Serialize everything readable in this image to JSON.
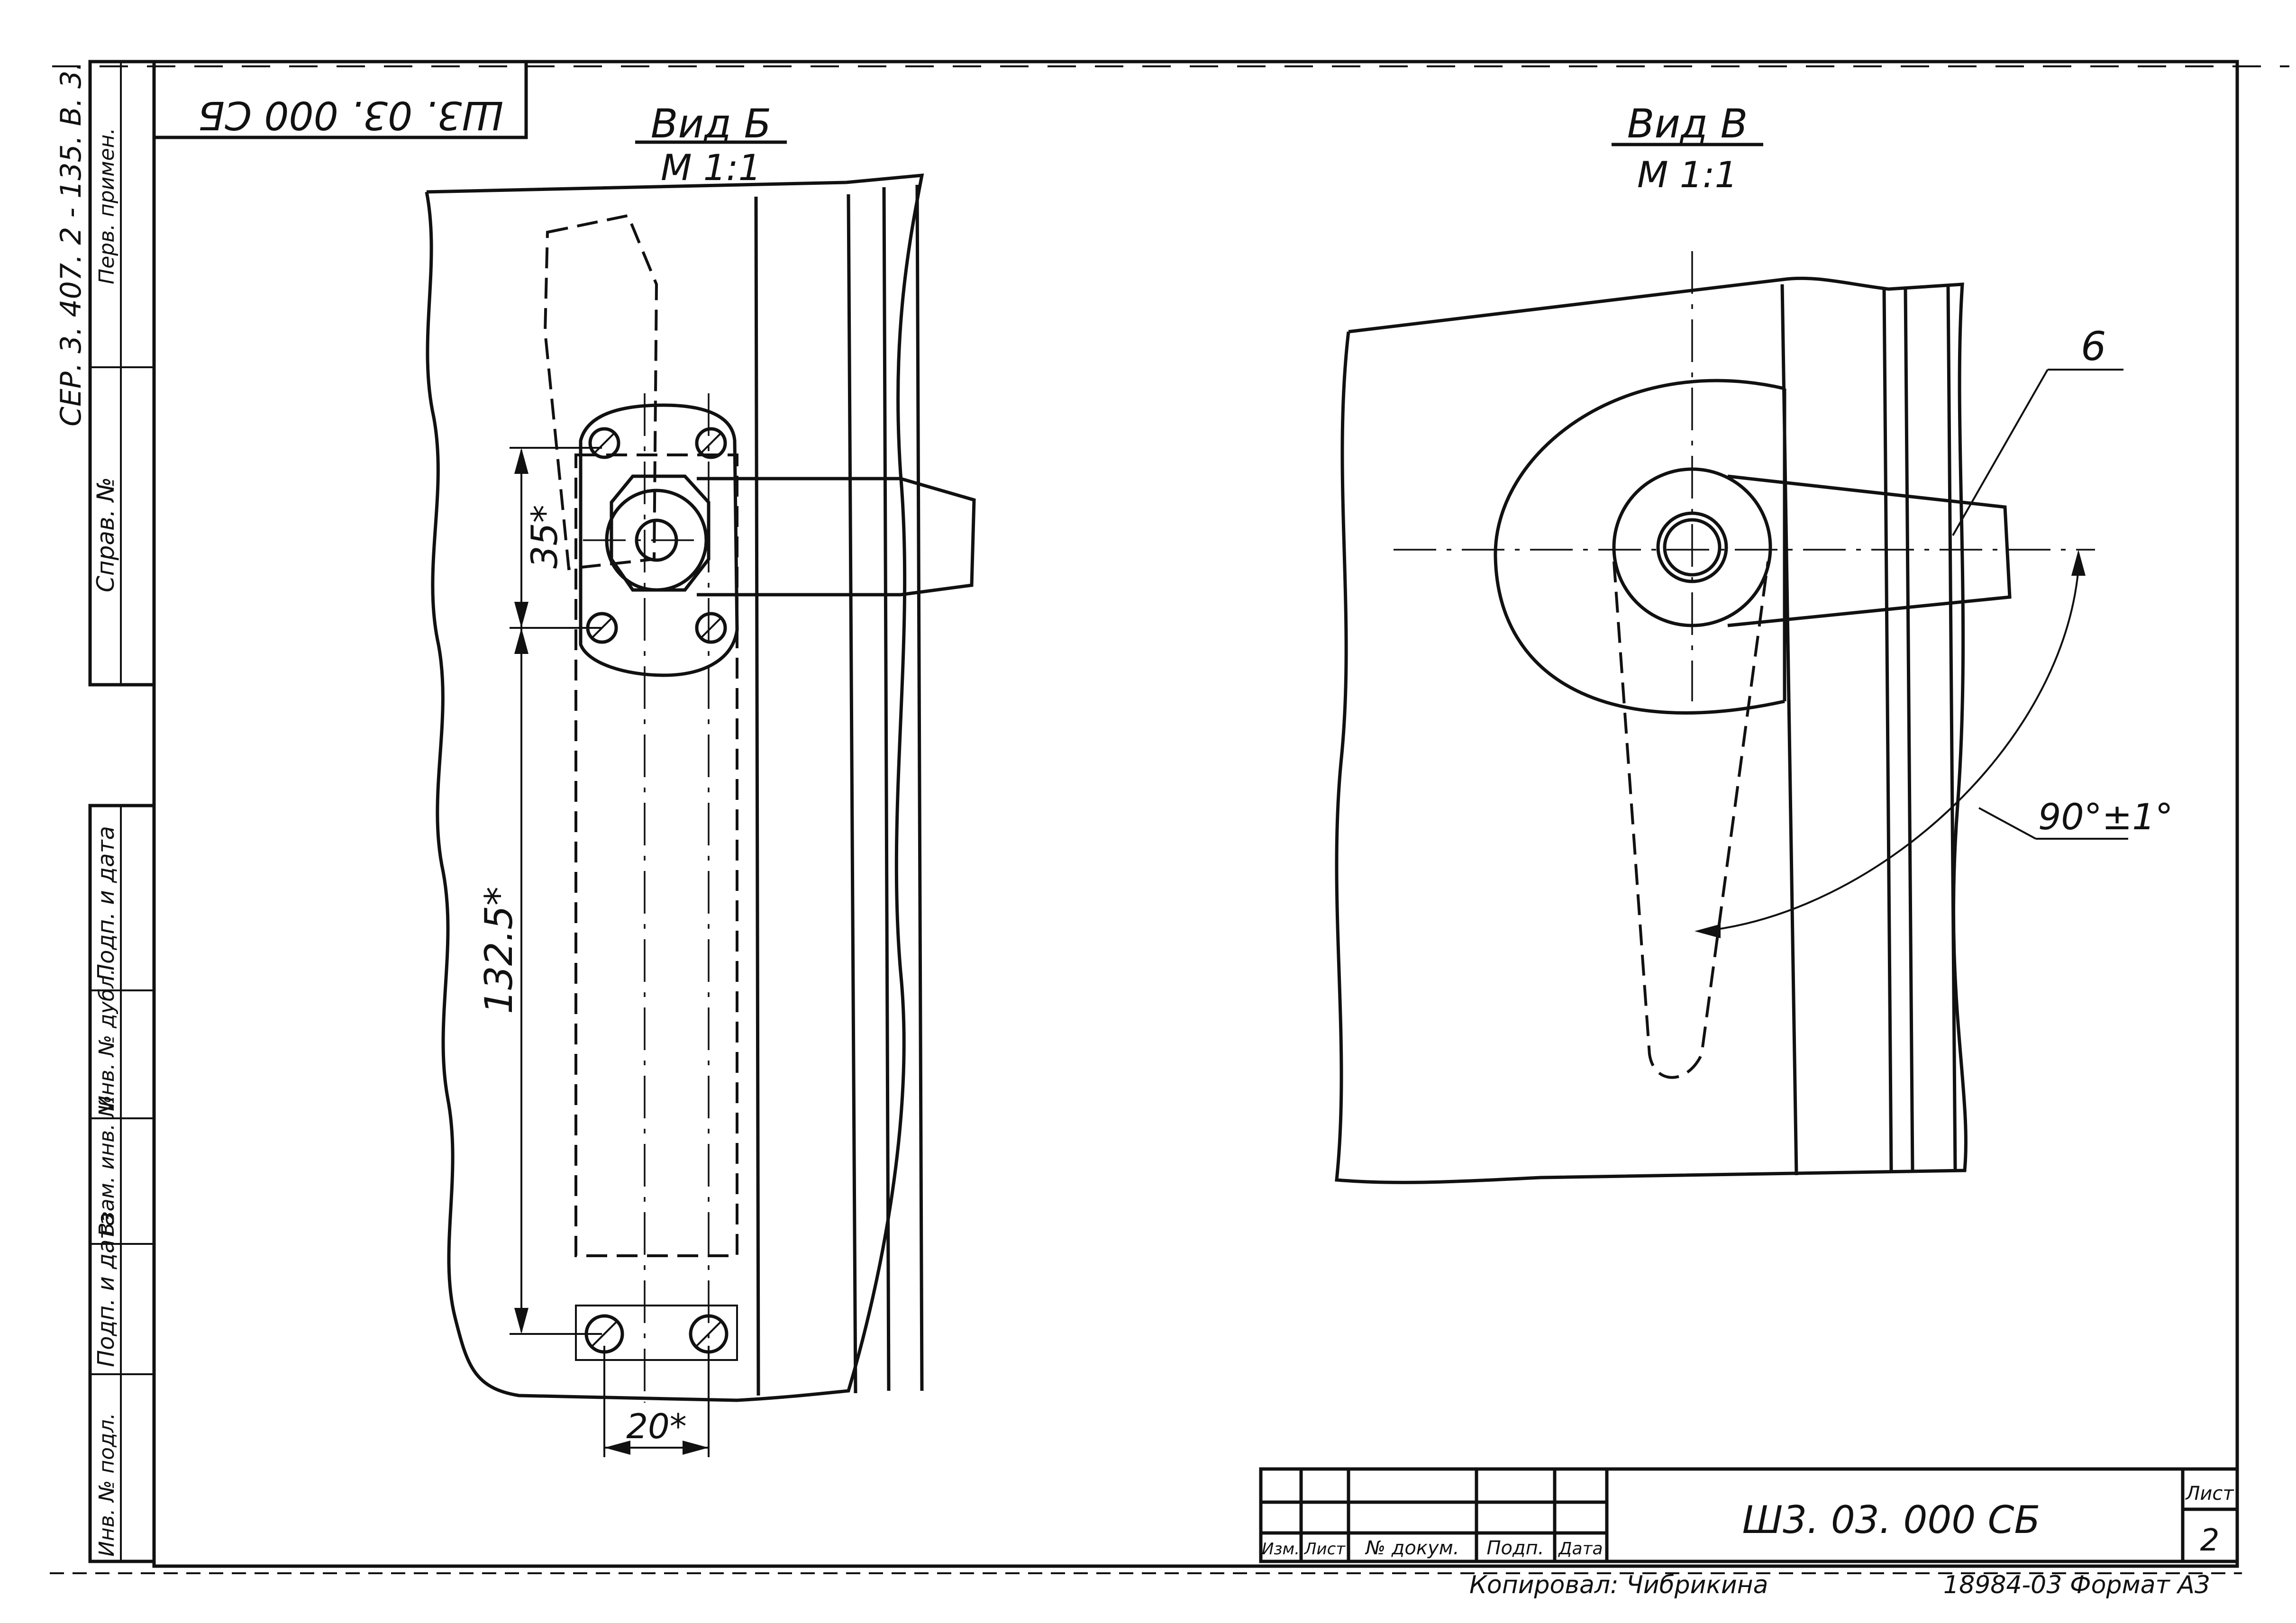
{
  "sheet": {
    "top_stamp": "Ш3. 03. 000 СБ",
    "designation": "Ш3. 03. 000 СБ",
    "sheet_label": "Лист",
    "sheet_number": "2",
    "copied_by": "Копировал: Чибрикина",
    "bottom_right": "18984-03  Формат А3"
  },
  "margin": {
    "series": "СЕР. 3. 407. 2 - 135. В. 3.",
    "first_use": "Перв. примен.",
    "ref_no": "Справ. №",
    "cells": [
      "Подп. и дата",
      "Инв. № дубл.",
      "Взам. инв. №",
      "Подп. и дата",
      "Инв. № подл."
    ]
  },
  "title_block": {
    "headers": [
      "Изм.",
      "Лист",
      "№ докум.",
      "Подп.",
      "Дата"
    ]
  },
  "view_b": {
    "title": "Вид Б",
    "scale": "М 1:1",
    "dim_top": "35*",
    "dim_long": "132.5*",
    "dim_bottom": "20*"
  },
  "view_v": {
    "title": "Вид В",
    "scale": "М 1:1",
    "leader_label": "6",
    "angle": "90°±1°"
  }
}
